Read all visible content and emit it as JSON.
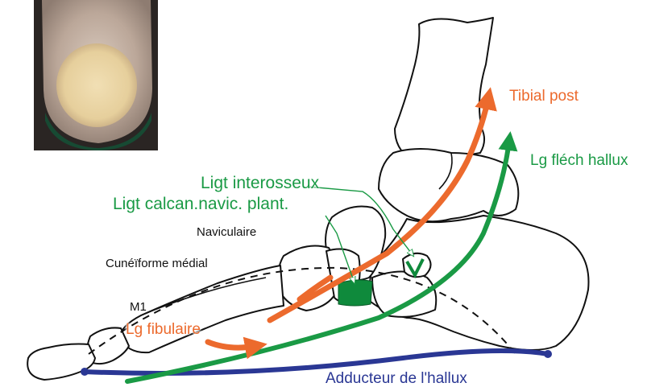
{
  "labels": {
    "tibial_post": "Tibial post",
    "lg_flech_hallux": "Lg fléch hallux",
    "ligt_interosseux": "Ligt interosseux",
    "ligt_calcan_navic": "Ligt calcan.navic. plant.",
    "naviculaire": "Naviculaire",
    "cuneiforme_medial": "Cunéïforme médial",
    "m1": "M1",
    "lg_fibulaire": "Lg fibulaire",
    "adducteur_hallux": "Adducteur de l'hallux"
  },
  "colors": {
    "orange": "#ec6a2d",
    "green": "#1a9a45",
    "navy": "#2a3794",
    "ligament_fill": "#0f8a3c",
    "bone_stroke": "#111111"
  }
}
